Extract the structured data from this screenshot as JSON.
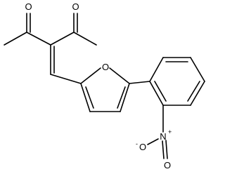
{
  "molecule": {
    "atoms": {
      "ketone_o_left": "O",
      "ketone_o_right": "O",
      "furan_o": "O",
      "nitro_n": "N",
      "nitro_n_charge": "+",
      "nitro_o_left": "O",
      "nitro_o_left_charge": "-",
      "nitro_o_right": "O"
    }
  },
  "colors": {
    "bond": "#000000",
    "background": "#ffffff"
  }
}
